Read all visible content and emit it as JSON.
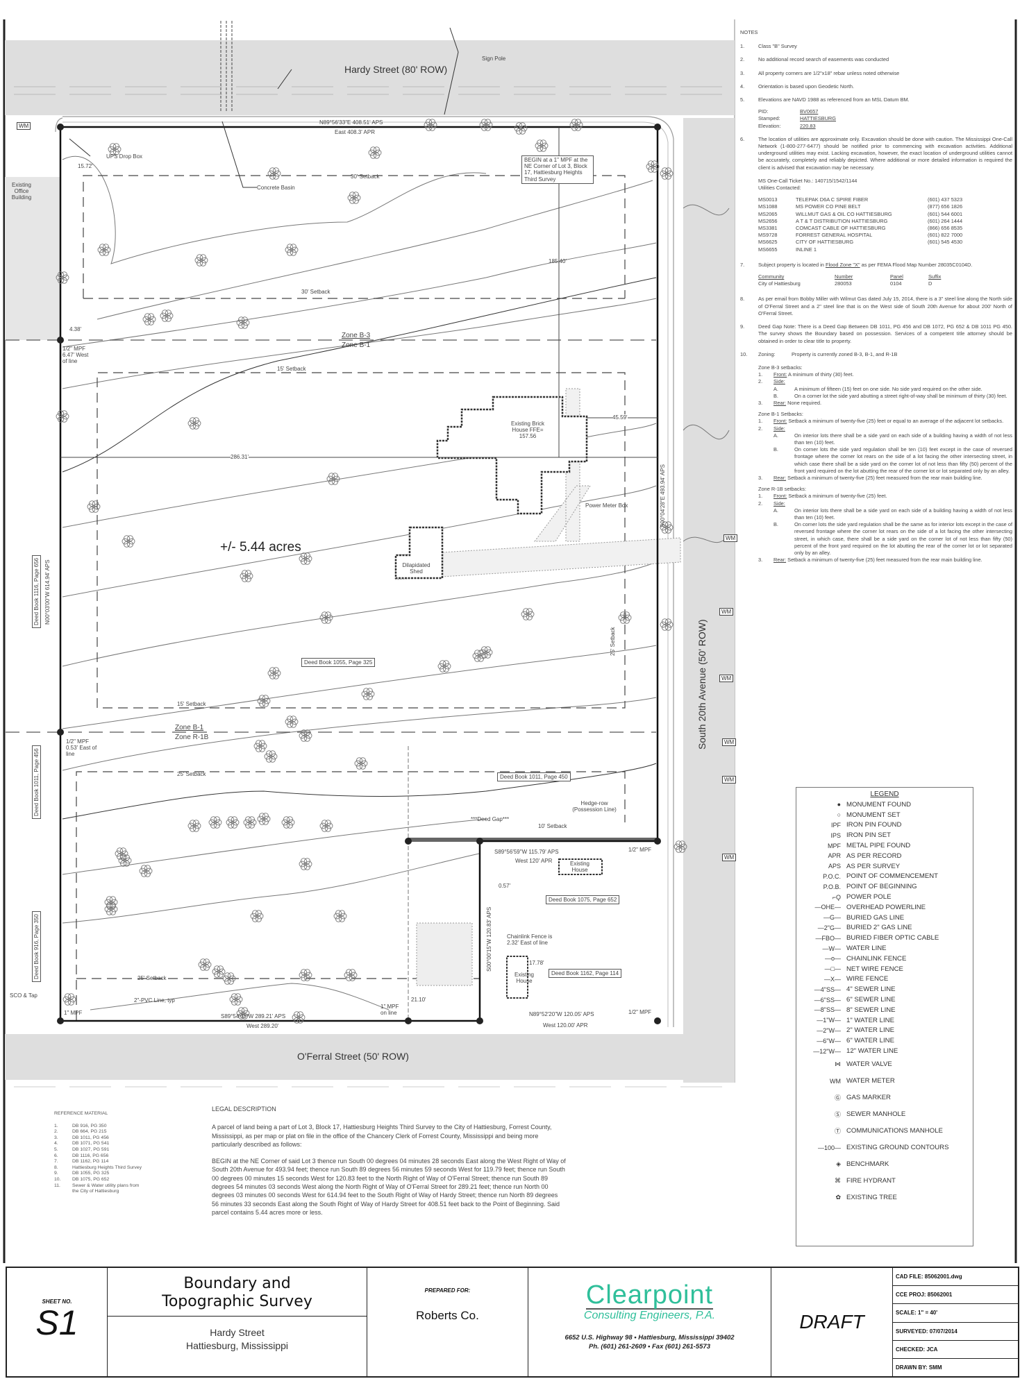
{
  "map": {
    "streets": {
      "north": "Hardy Street (80' ROW)",
      "south": "O'Ferral Street (50' ROW)",
      "east": "South 20th Avenue (50' ROW)"
    },
    "area": "+/- 5.44 acres",
    "water_meter": "WM",
    "labels": {
      "sign_pole": "Sign Pole",
      "ups_drop_box": "UPS Drop Box",
      "dim_15_72": "15.72'",
      "concrete_basin": "Concrete Basin",
      "existing_office": "Existing Office Building",
      "setback_30_a": "30' Setback",
      "setback_30_b": "30' Setback",
      "begin_note": "BEGIN at a 1\" MPF at the NE Corner of Lot 3, Block 17, Hattiesburg Heights Third Survey",
      "north_bearing": "N89°56'33\"E 408.51' APS",
      "north_record": "East 408.3' APR",
      "dim_185_40": "185.40'",
      "dim_4_38": "4.38'",
      "zone_b3": "Zone B-3",
      "zone_b1_a": "Zone B-1",
      "mpf_west": "1/2\" MPF 6.47' West of line",
      "setback_15_a": "15' Setback",
      "dim_286_31": "286.31'",
      "dim_45_59": "45.59'",
      "brick_house": "Existing Brick House FFE= 157.56",
      "power_meter": "Power Meter Box",
      "shed": "Dilapidated Shed",
      "deed_1055": "Deed Book 1055, Page 325",
      "setback_15_b": "15' Setback",
      "zone_b1_b": "Zone B-1",
      "zone_r1b": "Zone R-1B",
      "mpf_east": "1/2\" MPF 0.53' East of line",
      "setback_25_a": "25' Setback",
      "setback_25_east": "25' Setback",
      "deed_1011_450": "Deed Book 1011, Page 450",
      "hedge_row": "Hedge-row (Possession Line)",
      "deed_gap": "***Deed Gap***",
      "setback_10": "10' Setback",
      "notch_bearing": "S89°56'59\"W 115.79' APS",
      "notch_record": "West 120' APR",
      "existing_house_1": "Existing House",
      "dim_0_57": "0.57'",
      "deed_1075": "Deed Book 1075, Page 652",
      "chainlink": "Chainlink Fence is 2.32' East of line",
      "dim_17_78": "17.78'",
      "existing_house_2": "Existing House",
      "deed_1162": "Deed Book 1162, Page 114",
      "setback_25_b": "25' Setback",
      "pvc_line": "2\"-PVC Line, typ",
      "sco_tap": "SCO & Tap",
      "mpf_sw": "1\" MPF",
      "south_bearing": "S89°54'03\"W 289.21' APS",
      "south_record": "West 289.20'",
      "mpf_on_line": "1\" MPF on line",
      "dim_21_10": "21.10'",
      "se_bearing": "N89°52'20\"W 120.05' APS",
      "se_record": "West 120.00' APR",
      "mpf_half_1": "1/2\" MPF",
      "mpf_half_2": "1/2\" MPF",
      "west_bearing": "N00°03'00\"W 614.94' APS",
      "deed_1116": "Deed Book 1116, Page 656",
      "deed_1011_456": "Deed Book 1011, Page 456",
      "deed_916": "Deed Book 916, Page 350",
      "east_bearing": "S00°04'28\"E 493.94' APS",
      "notch_west_bearing": "S00°00'15\"W 120.83' APS"
    }
  },
  "notes": {
    "title": "NOTES",
    "items": [
      {
        "num": "1.",
        "text": "Class \"B\" Survey"
      },
      {
        "num": "2.",
        "text": "No additional record search of easements was conducted"
      },
      {
        "num": "3.",
        "text": "All property corners are 1/2\"x18\" rebar unless noted otherwise"
      },
      {
        "num": "4.",
        "text": "Orientation is based upon Geodetic North."
      },
      {
        "num": "5.",
        "text": "Elevations are NAVD 1988 as referenced from an MSL Datum BM."
      }
    ],
    "benchmark": {
      "pid_label": "PID:",
      "pid": "BV0657",
      "stamped_label": "Stamped:",
      "stamped": "HATTIESBURG",
      "elev_label": "Elevation:",
      "elev": "220.83"
    },
    "note6": {
      "num": "6.",
      "text": "The location of utilities are approximate only. Excavation should be done with caution. The Mississippi One-Call Network (1-800-277-6477) should be notified prior to commencing with excavation activities. Additional underground utilities may exist. Lacking excavation, however, the exact location of underground utilities cannot be accurately, completely and reliably depicted. Where additional or more detailed information is required the client is advised that excavation may be necessary."
    },
    "ticket": "MS One-Call Ticket No.: 140715/1542/1144",
    "utilities_label": "Utilities Contacted:",
    "utilities": [
      {
        "code": "MS0013",
        "name": "TELEPAK D6A C SPIRE FIBER",
        "phone": "(601) 437 5323"
      },
      {
        "code": "MS1088",
        "name": "MS POWER CO PINE BELT",
        "phone": "(877) 656 1826"
      },
      {
        "code": "MS2065",
        "name": "WILLMUT GAS & OIL CO HATTIESBURG",
        "phone": "(601) 544 6001"
      },
      {
        "code": "MS2656",
        "name": "A T & T DISTRIBUTION HATTIESBURG",
        "phone": "(601) 264 1444"
      },
      {
        "code": "MS3381",
        "name": "COMCAST CABLE OF HATTIESBURG",
        "phone": "(866) 656 8535"
      },
      {
        "code": "MS9728",
        "name": "FORREST GENERAL HOSPITAL",
        "phone": "(601) 822 7000"
      },
      {
        "code": "MS6625",
        "name": "CITY OF HATTIESBURG",
        "phone": "(601) 545 4530"
      },
      {
        "code": "MS6655",
        "name": "INLINE 1",
        "phone": ""
      }
    ],
    "note7": {
      "num": "7.",
      "pre": "Subject property is located in ",
      "zone": "Flood Zone \"X\"",
      "post": " as per FEMA Flood Map Number 28035C0104D."
    },
    "flood": {
      "headers": [
        "Community",
        "Number",
        "Panel",
        "Suffix"
      ],
      "values": [
        "City of Hattiesburg",
        "280053",
        "0104",
        "D"
      ]
    },
    "note8": {
      "num": "8.",
      "text": "As per email from Bobby Miller with Wilmut Gas dated July 15, 2014, there is a 3\" steel line along the North side of O'Ferral Street and a 2\" steel line that is on the West side of South 20th Avenue for about 200' North of O'Ferral Street."
    },
    "note9": {
      "num": "9.",
      "text": "Deed Gap Note: There is a Deed Gap Between DB 1011, PG 456 and DB 1072, PG 652 & DB 1011 PG 450. The survey shows the Boundary based on possession. Services of a competent title attorney should be obtained in order to clear title to property."
    },
    "note10": {
      "num": "10.",
      "label": "Zoning:",
      "text": "Property is currently zoned B-3, B-1, and R-1B"
    },
    "zones": [
      {
        "title": "Zone B-3 setbacks:",
        "items": [
          {
            "num": "1.",
            "head": "Front:",
            "text": "A minimum of thirty (30) feet."
          },
          {
            "num": "2.",
            "head": "Side:",
            "text": "",
            "subs": [
              {
                "num": "A.",
                "text": "A minimum of fifteen (15) feet on one side. No side yard required on the other side."
              },
              {
                "num": "B.",
                "text": "On a corner lot the side yard abutting a street right-of-way shall be minimum of thirty (30) feet."
              }
            ]
          },
          {
            "num": "3.",
            "head": "Rear:",
            "text": "None required."
          }
        ]
      },
      {
        "title": "Zone B-1 Setbacks:",
        "items": [
          {
            "num": "1.",
            "head": "Front:",
            "text": "Setback a minimum of twenty-five (25) feet or equal to an average of the adjacent lot setbacks."
          },
          {
            "num": "2.",
            "head": "Side:",
            "text": "",
            "subs": [
              {
                "num": "A.",
                "text": "On interior lots there shall be a side yard on each side of a building having a width of not less than ten (10) feet."
              },
              {
                "num": "B.",
                "text": "On corner lots the side yard regulation shall be ten (10) feet except in the case of reversed frontage where the corner lot rears on the side of a lot facing the other intersecting street, in which case there shall be a side yard on the corner lot of not less than fifty (50) percent of the front yard required on the lot abutting the rear of the corner lot or lot separated only by an alley."
              }
            ]
          },
          {
            "num": "3.",
            "head": "Rear:",
            "text": "Setback a minimum of twenty-five (25) feet measured from the rear main building line."
          }
        ]
      },
      {
        "title": "Zone R-1B setbacks:",
        "items": [
          {
            "num": "1.",
            "head": "Front:",
            "text": "Setback a minimum of twenty-five (25) feet."
          },
          {
            "num": "2.",
            "head": "Side:",
            "text": "",
            "subs": [
              {
                "num": "A.",
                "text": "On interior lots there shall be a side yard on each side of a building having a width of not less than ten (10) feet."
              },
              {
                "num": "B.",
                "text": "On corner lots the side yard regulation shall be the same as for interior lots except in the case of reversed frontage where the corner lot rears on the side of a lot facing the other intersecting street, in which case, there shall be a side yard on the corner lot of not less than fifty (50) percent of the front yard required on the lot abutting the rear of the corner lot or lot separated only by an alley."
              }
            ]
          },
          {
            "num": "3.",
            "head": "Rear:",
            "text": "Setback a minimum of twenty-five (25) feet measured from the rear main building line."
          }
        ]
      }
    ]
  },
  "legend": {
    "title": "LEGEND",
    "items": [
      {
        "sym": "●",
        "label": "MONUMENT FOUND",
        "icon": "monument-found-icon"
      },
      {
        "sym": "○",
        "label": "MONUMENT SET",
        "icon": "monument-set-icon"
      },
      {
        "sym": "IPF",
        "label": "IRON PIN FOUND"
      },
      {
        "sym": "IPS",
        "label": "IRON PIN SET"
      },
      {
        "sym": "MPF",
        "label": "METAL PIPE FOUND"
      },
      {
        "sym": "APR",
        "label": "AS PER RECORD"
      },
      {
        "sym": "APS",
        "label": "AS PER SURVEY"
      },
      {
        "sym": "P.O.C.",
        "label": "POINT OF COMMENCEMENT"
      },
      {
        "sym": "P.O.B.",
        "label": "POINT OF BEGINNING"
      },
      {
        "sym": "⌐Ǫ",
        "label": "POWER POLE",
        "icon": "power-pole-icon"
      },
      {
        "sym": "—OHE—",
        "label": "OVERHEAD POWERLINE"
      },
      {
        "sym": "—G—",
        "label": "BURIED GAS LINE"
      },
      {
        "sym": "—2\"G—",
        "label": "BURIED 2\" GAS LINE"
      },
      {
        "sym": "—FBO—",
        "label": "BURIED FIBER OPTIC CABLE"
      },
      {
        "sym": "—W—",
        "label": "WATER LINE"
      },
      {
        "sym": "—o—",
        "label": "CHAINLINK FENCE"
      },
      {
        "sym": "—□—",
        "label": "NET WIRE FENCE"
      },
      {
        "sym": "—X—",
        "label": "WIRE FENCE"
      },
      {
        "sym": "—4\"SS—",
        "label": "4\" SEWER LINE"
      },
      {
        "sym": "—6\"SS—",
        "label": "6\" SEWER LINE"
      },
      {
        "sym": "—8\"SS—",
        "label": "8\" SEWER LINE"
      },
      {
        "sym": "—1\"W—",
        "label": "1\" WATER LINE"
      },
      {
        "sym": "—2\"W—",
        "label": "2\" WATER LINE"
      },
      {
        "sym": "—6\"W—",
        "label": "6\" WATER LINE"
      },
      {
        "sym": "—12\"W—",
        "label": "12\" WATER LINE"
      },
      {
        "sym": "⋈",
        "label": "WATER VALVE",
        "icon": "water-valve-icon",
        "big": true
      },
      {
        "sym": "WM",
        "label": "WATER METER",
        "icon": "water-meter-icon",
        "big": true
      },
      {
        "sym": "Ⓖ",
        "label": "GAS MARKER",
        "icon": "gas-marker-icon",
        "big": true
      },
      {
        "sym": "Ⓢ",
        "label": "SEWER MANHOLE",
        "icon": "sewer-manhole-icon",
        "big": true
      },
      {
        "sym": "Ⓣ",
        "label": "COMMUNICATIONS MANHOLE",
        "icon": "communications-manhole-icon",
        "big": true
      },
      {
        "sym": "—100—",
        "label": "EXISTING GROUND CONTOURS",
        "big": true
      },
      {
        "sym": "◈",
        "label": "BENCHMARK",
        "icon": "benchmark-icon",
        "big": true
      },
      {
        "sym": "⌘",
        "label": "FIRE HYDRANT",
        "icon": "fire-hydrant-icon",
        "big": true
      },
      {
        "sym": "✿",
        "label": "EXISTING TREE",
        "icon": "tree-icon",
        "big": true
      }
    ]
  },
  "reference": {
    "title": "REFERENCE MATERIAL",
    "items": [
      {
        "num": "1.",
        "text": "DB 916, PG 350"
      },
      {
        "num": "2.",
        "text": "DB 664, PG 215"
      },
      {
        "num": "3.",
        "text": "DB 1011, PG 456"
      },
      {
        "num": "4.",
        "text": "DB 1071, PG 541"
      },
      {
        "num": "5.",
        "text": "DB 1027, PG 591"
      },
      {
        "num": "6.",
        "text": "DB 1116, PG 656"
      },
      {
        "num": "7.",
        "text": "DB 1162, PG 114"
      },
      {
        "num": "8.",
        "text": "Hattiesburg Heights Third Survey"
      },
      {
        "num": "9.",
        "text": "DB 1055, PG 325"
      },
      {
        "num": "10.",
        "text": "DB 1075, PG 652"
      },
      {
        "num": "11.",
        "text": "Sewer & Water utility plans from the City of Hattiesburg"
      }
    ]
  },
  "legal": {
    "title": "LEGAL DESCRIPTION",
    "p1": "A parcel of land being a part of Lot 3, Block 17, Hattiesburg Heights Third Survey to the City of Hattiesburg, Forrest County, Mississippi, as per map or plat on file in the office of the Chancery Clerk of Forrest County, Mississippi and being more particularly described as follows:",
    "p2": "BEGIN at the NE Corner of said Lot 3 thence run South 00 degrees 04 minutes 28 seconds East along the West Right of Way of South 20th Avenue for 493.94 feet; thence run South 89 degrees 56 minutes 59 seconds West for 119.79 feet; thence run South 00 degrees 00 minutes 15 seconds West for 120.83 feet to the North Right of Way of O'Ferral Street; thence run South 89 degrees 54 minutes 03 seconds West along the North Right of Way of O'Ferral Street for 289.21 feet; thence run North 00 degrees 03 minutes 00 seconds West for 614.94 feet to the South Right of Way of Hardy Street; thence run North 89 degrees 56 minutes 33 seconds East along the South Right of Way of Hardy Street for 408.51 feet back to the Point of Beginning.  Said parcel contains 5.44 acres more or less."
  },
  "title_block": {
    "sheet_label": "SHEET NO.",
    "sheet_no": "S1",
    "title_line1": "Boundary and",
    "title_line2": "Topographic Survey",
    "location_line1": "Hardy Street",
    "location_line2": "Hattiesburg, Mississippi",
    "prepared_for_label": "PREPARED FOR:",
    "client": "Roberts Co.",
    "firm_name": "Clearpoint",
    "firm_sub": "Consulting Engineers, P.A.",
    "firm_address": "6652 U.S. Highway 98  •  Hattiesburg, Mississippi 39402",
    "firm_phone": "Ph. (601) 261-2609 • Fax (601) 261-5573",
    "status": "DRAFT",
    "meta": [
      "CAD FILE: 85062001.dwg",
      "CCE PROJ: 85062001",
      "SCALE:  1\" = 40'",
      "SURVEYED: 07/07/2014",
      "CHECKED: JCA",
      "DRAWN BY: SMM"
    ],
    "brand_color": "#2fbf9a"
  }
}
